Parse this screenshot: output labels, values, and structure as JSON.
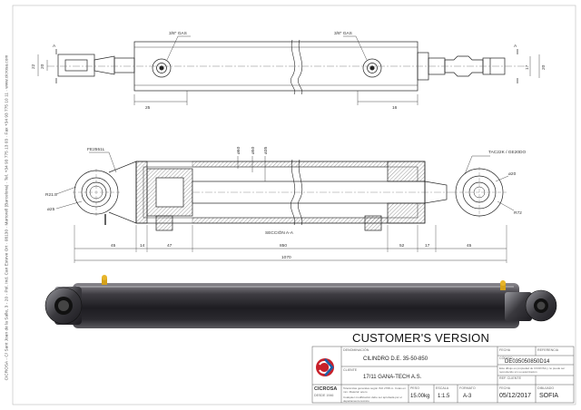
{
  "sidebar_text": "CICROSA - C/ Sant Joan de la Salle, 3 - 20 - Pol. Ind. Can Esteve Ort · 08130 · Martorell (Barcelona) · Tel. +34 93 775 13 03 · Fax +34 93 775 10 11 · www.cicrosa.com",
  "top_view": {
    "port_left": "3/8\" GAS",
    "port_right": "3/8\" GAS",
    "section_left": "A",
    "section_right": "A",
    "dim_left_h1": "22",
    "dim_left_h2": "20",
    "dim_left_w": "25",
    "dim_right_w": "16",
    "dim_right_h1": "17",
    "dim_right_h2": "20"
  },
  "section_view": {
    "label_fe": "FE2551L",
    "label_tac": "TAC22K / GE20DO",
    "dim_r": "R21.5",
    "dim_phi_left": "ø25",
    "dim_phi_right_a": "ø20",
    "dim_phi_right_b": "R72",
    "dim_phi_60": "ø60",
    "dim_phi_50": "ø50",
    "dim_phi_35": "ø35",
    "section_name": "SECCIÓN A-A",
    "dim_45_left": "45",
    "dim_14": "14",
    "dim_47": "47",
    "dim_850": "850",
    "dim_52": "52",
    "dim_17": "17",
    "dim_45_right": "45",
    "dim_total": "1070"
  },
  "version_label": "CUSTOMER'S VERSION",
  "title_block": {
    "company": "CICROSA",
    "company_sub": "DESDE 1946",
    "denominacion_label": "DENOMINACIÓN",
    "denominacion": "CILINDRO D.E. 35-50-850",
    "cliente_label": "CLIENTE",
    "cliente": "17/11 GANA-TECH A.S.",
    "fecha_label": "FECHA",
    "fecha_label_2": "REFERENCIA",
    "code_label": "CÓDIGO",
    "code": "DE035050850D14",
    "ref_label": "REF. CLIENTE",
    "ref_note": "Este dibujo es propiedad de CICROSA y no puede ser reproducido sin su autorización",
    "note_main": "Tolerancias generales según ISO 2768-m. Cotas en mm. Material: acero",
    "note_sec": "Cualquier modificación debe ser aprobada por el departamento técnico",
    "peso_label": "PESO",
    "peso": "15.00kg",
    "escala_label": "ESCALA",
    "escala": "1:1.5",
    "format_label": "FORMATO",
    "format": "A-3",
    "date_label": "FECHA",
    "date": "05/12/2017",
    "dibujado_label": "DIBUJADO",
    "dibujado": "SOFIA"
  }
}
